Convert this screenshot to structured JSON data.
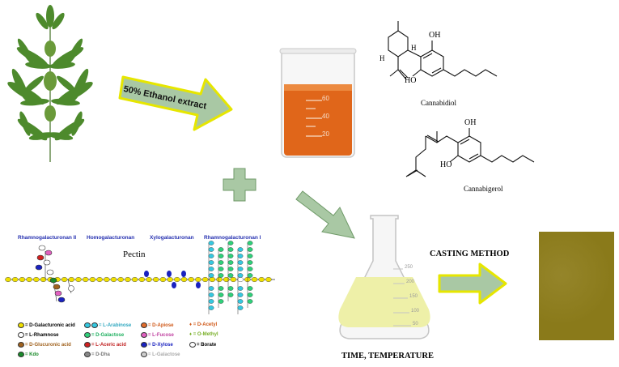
{
  "arrow_labels": {
    "extract": "50% Ethanol extract"
  },
  "beaker": {
    "marks": [
      "60",
      "40",
      "20"
    ]
  },
  "molecules": {
    "cbd": {
      "name": "Cannabidiol",
      "oh_top": "OH",
      "oh_bottom": "HO",
      "h1": "H",
      "h2": "H"
    },
    "cbg": {
      "name": "Cannabigerol",
      "oh_top": "OH",
      "oh_bottom": "HO"
    }
  },
  "flask": {
    "marks": [
      "250",
      "200",
      "150",
      "100",
      "50"
    ]
  },
  "labels": {
    "casting": "CASTING METHOD",
    "time_temp": "TIME, TEMPERATURE"
  },
  "pectin": {
    "title": "Pectin",
    "regions": [
      "Rhamnogalacturonan II",
      "Homogalacturonan",
      "Xylogalacturonan",
      "Rhamnogalacturonan I"
    ],
    "legend": [
      {
        "label": "= D-Galacturonic acid",
        "color": "#f0e000"
      },
      {
        "label": "= L-Arabinose",
        "color": "#35c8e0"
      },
      {
        "label": "= D-Apiose",
        "color": "#e06a2a"
      },
      {
        "label": "= D-Acetyl",
        "color": "#e06a2a"
      },
      {
        "label": "= L-Rhamnose",
        "color": "#ffffff"
      },
      {
        "label": "= D-Galactose",
        "color": "#2fd07a"
      },
      {
        "label": "= L-Fucose",
        "color": "#e060c0"
      },
      {
        "label": "= O-Methyl",
        "color": "#8ac23a"
      },
      {
        "label": "= D-Glucuronic acid",
        "color": "#a0621e"
      },
      {
        "label": "= L-Aceric acid",
        "color": "#d02020"
      },
      {
        "label": "= D-Xylose",
        "color": "#1a22c0"
      },
      {
        "label": "= Borate",
        "color": "#ffffff"
      },
      {
        "label": "= Kdo",
        "color": "#1a8a2a"
      },
      {
        "label": "= D-Dha",
        "color": "#888888"
      },
      {
        "label": "= L-Galactose",
        "color": "#cccccc"
      }
    ]
  },
  "colors": {
    "arrow_fill": "#a9c8a4",
    "arrow_border": "#e6e600",
    "extract_liquid": "#e0661a",
    "flask_liquid": "#eef0a8",
    "film": "#8a7a1a",
    "plus": "#a9c8a4"
  }
}
